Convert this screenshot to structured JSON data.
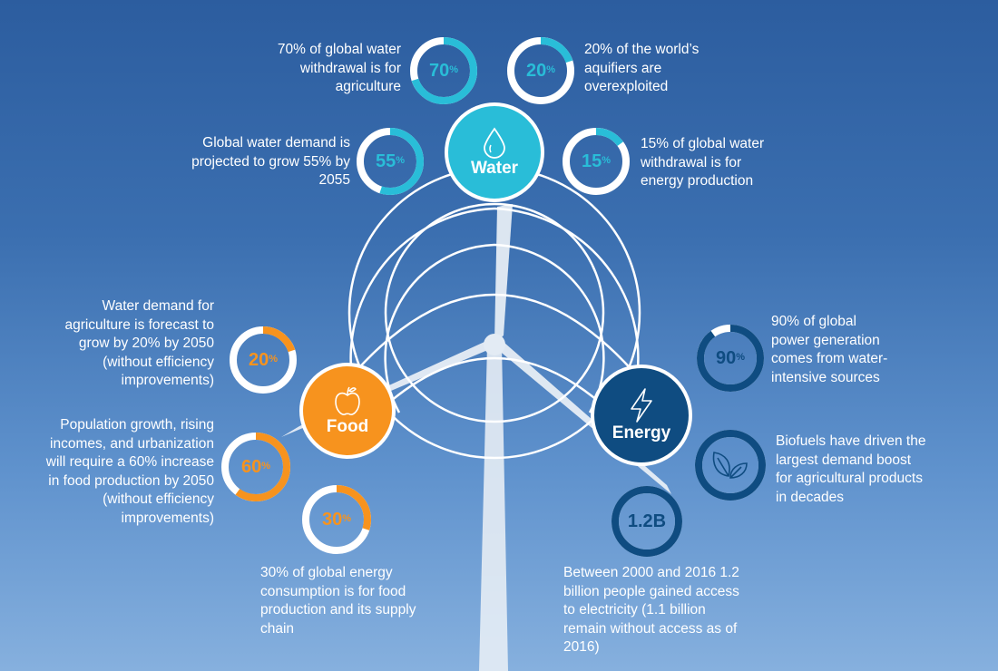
{
  "colors": {
    "water": "#29bdd8",
    "food": "#f7931e",
    "energy": "#0f4c81"
  },
  "hubs": {
    "water": "Water",
    "food": "Food",
    "energy": "Energy"
  },
  "gauges": [
    {
      "id": "w70",
      "value": 70,
      "label": "70",
      "unit": "%",
      "color": "water",
      "text": "70% of global water withdrawal is for agriculture"
    },
    {
      "id": "w20",
      "value": 20,
      "label": "20",
      "unit": "%",
      "color": "water",
      "text": "20% of the world’s aquifiers are overexploited"
    },
    {
      "id": "w55",
      "value": 55,
      "label": "55",
      "unit": "%",
      "color": "water",
      "text": "Global water demand is projected to grow 55% by 2055"
    },
    {
      "id": "w15",
      "value": 15,
      "label": "15",
      "unit": "%",
      "color": "water",
      "text": "15% of global water withdrawal is for energy production"
    },
    {
      "id": "f20",
      "value": 20,
      "label": "20",
      "unit": "%",
      "color": "food",
      "text": "Water demand for agriculture is forecast to grow by 20% by 2050 (without efficiency improvements)"
    },
    {
      "id": "f60",
      "value": 60,
      "label": "60",
      "unit": "%",
      "color": "food",
      "text": "Population growth, rising incomes, and urbanization will require a 60% increase in food production by 2050 (without efficiency improvements)"
    },
    {
      "id": "f30",
      "value": 30,
      "label": "30",
      "unit": "%",
      "color": "food",
      "text": "30% of global energy consumption is for food production and its supply chain"
    },
    {
      "id": "e90",
      "value": 90,
      "label": "90",
      "unit": "%",
      "color": "energy",
      "text": "90% of global power generation comes from water-intensive sources"
    },
    {
      "id": "eleaf",
      "value": 100,
      "label": "",
      "unit": "",
      "color": "energy",
      "text": "Biofuels have driven the largest demand boost for agricultural products in decades"
    },
    {
      "id": "e12",
      "value": 100,
      "label": "1.2B",
      "unit": "",
      "color": "energy",
      "text": "Between 2000 and 2016 1.2 billion people gained access to electricity (1.1 billion remain without access as of 2016)"
    }
  ]
}
